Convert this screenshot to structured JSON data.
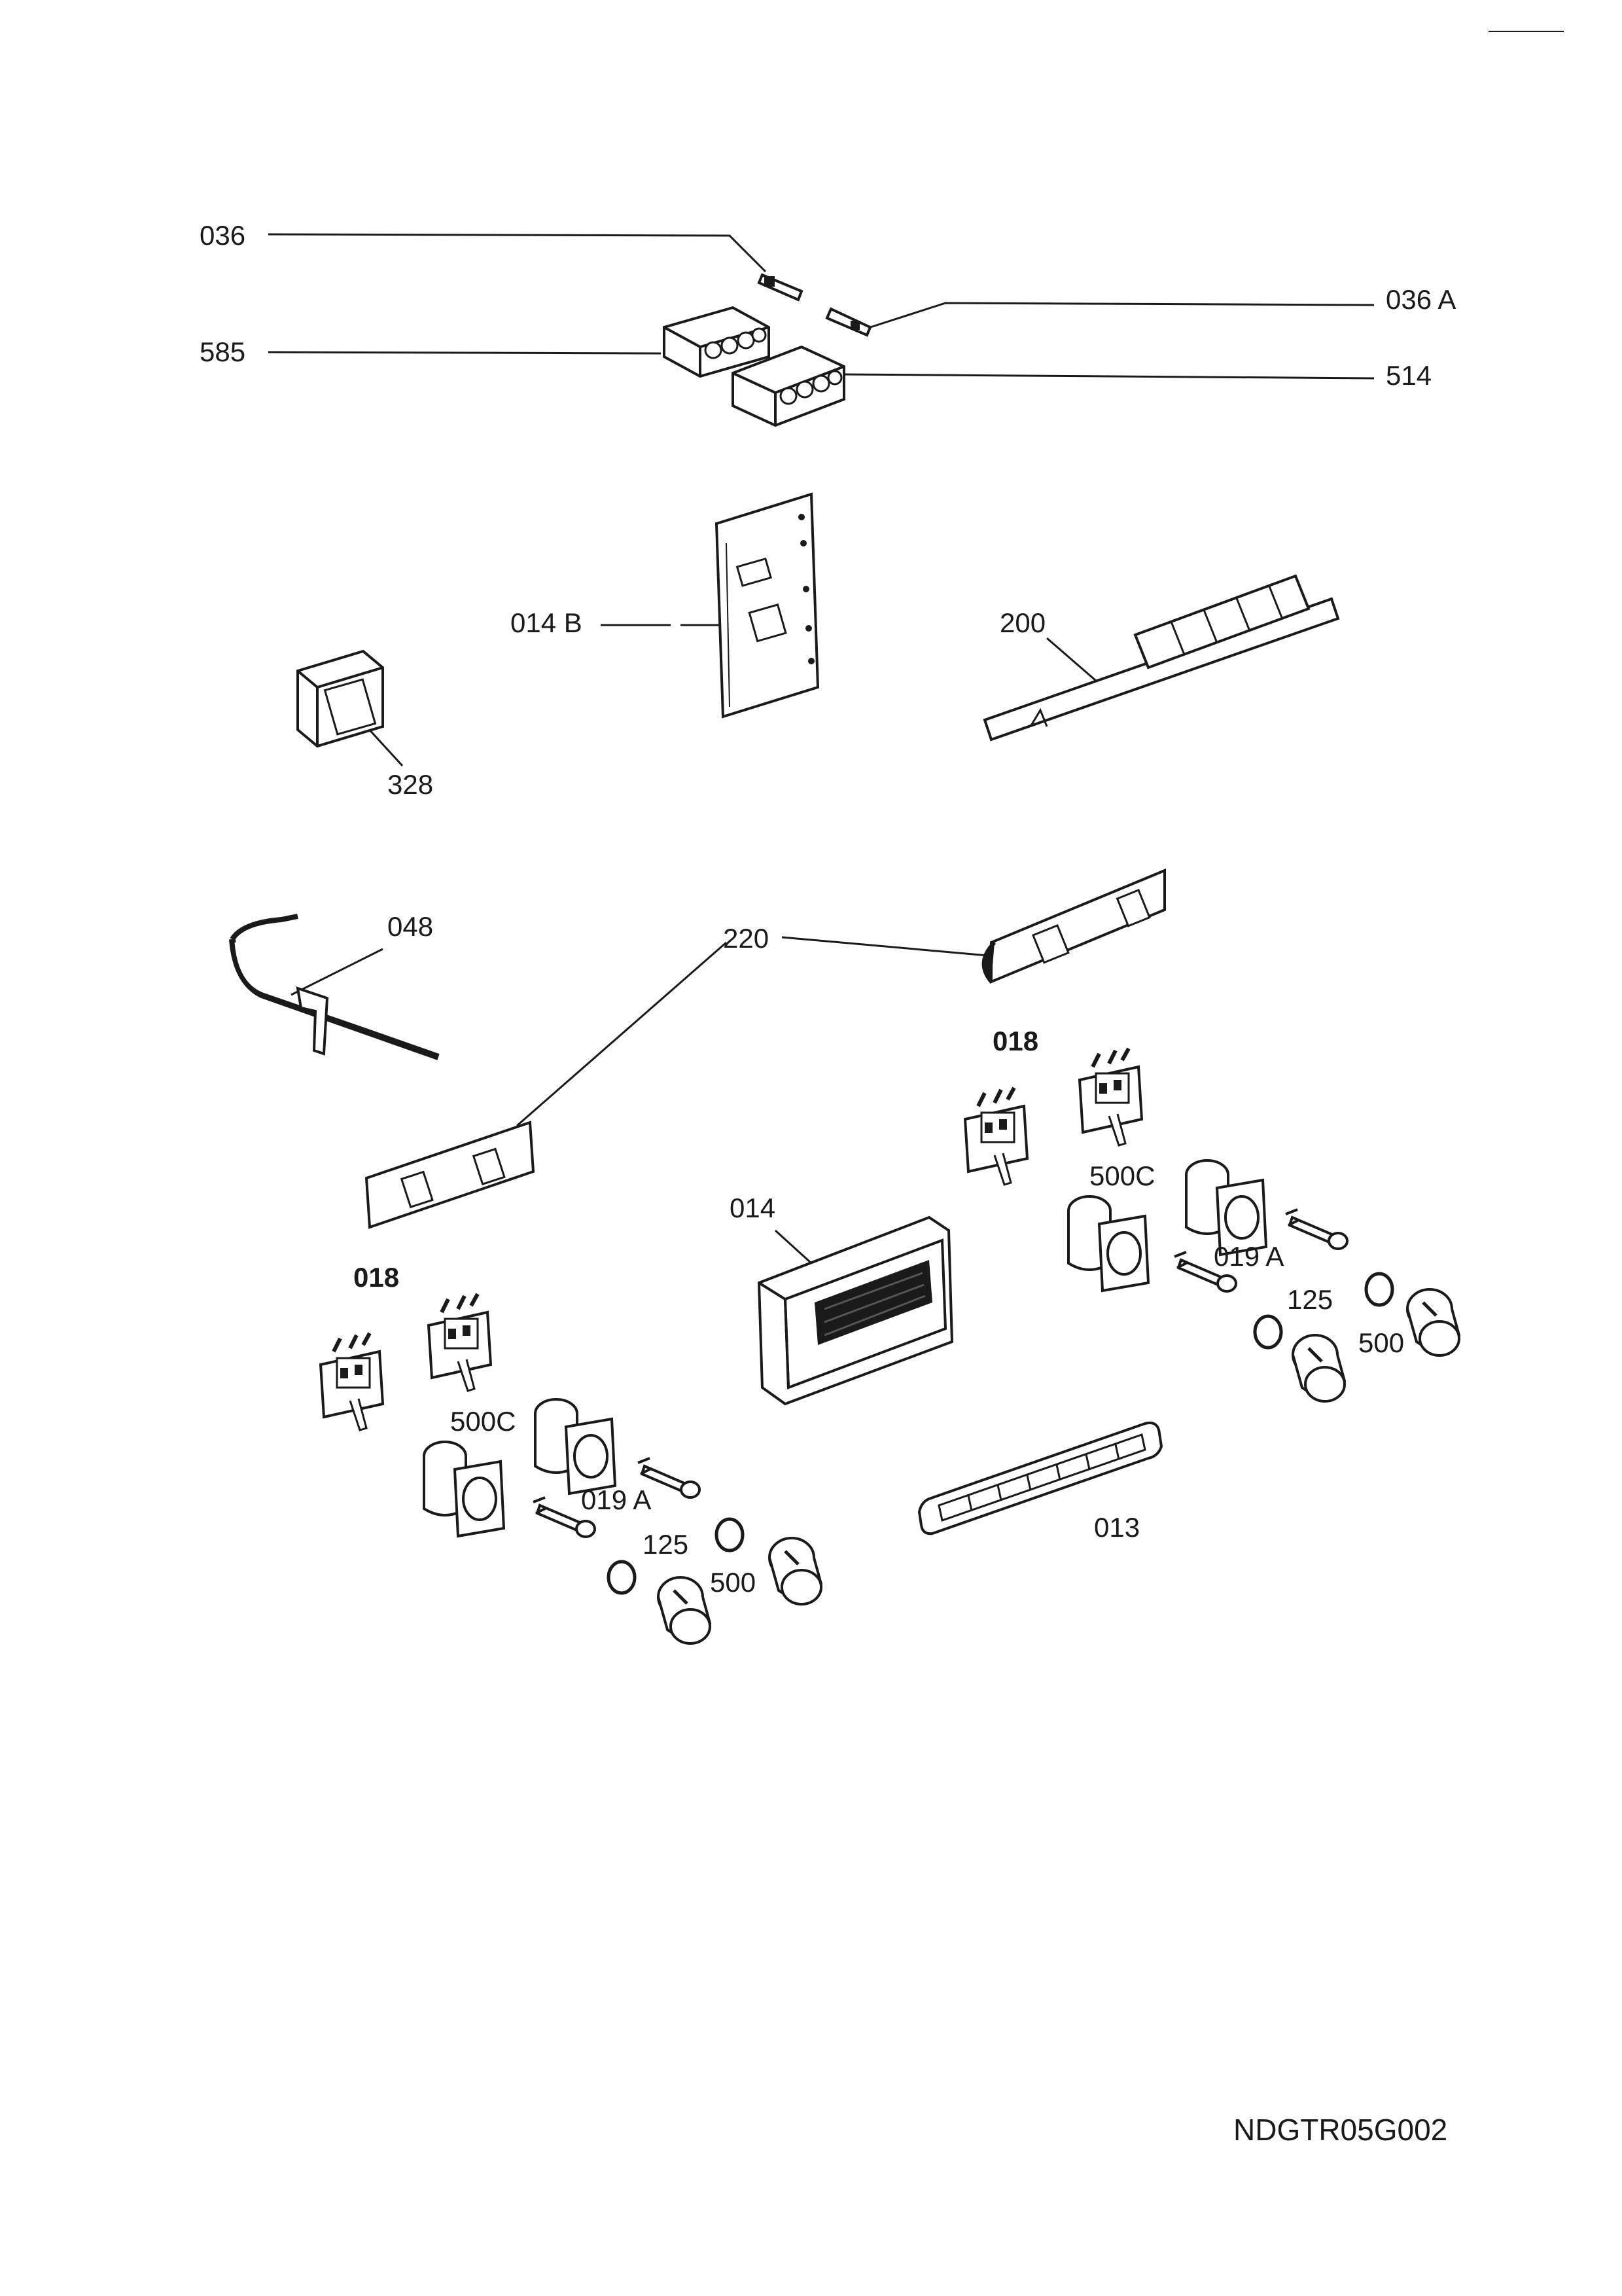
{
  "labels": {
    "p036": "036",
    "p036a": "036 A",
    "p585": "585",
    "p514": "514",
    "p014b": "014 B",
    "p200": "200",
    "p328": "328",
    "p048": "048",
    "p220": "220",
    "p018_right": "018",
    "p500c_right": "500C",
    "p014": "014",
    "p019a_right": "019 A",
    "p125_right": "125",
    "p500_right": "500",
    "p018_left": "018",
    "p500c_left": "500C",
    "p019a_left": "019 A",
    "p125_left": "125",
    "p500_left": "500",
    "p013": "013"
  },
  "footer": {
    "drawing_code": "NDGTR05G002"
  },
  "colors": {
    "ink": "#1a1a1a",
    "paper": "#ffffff"
  }
}
